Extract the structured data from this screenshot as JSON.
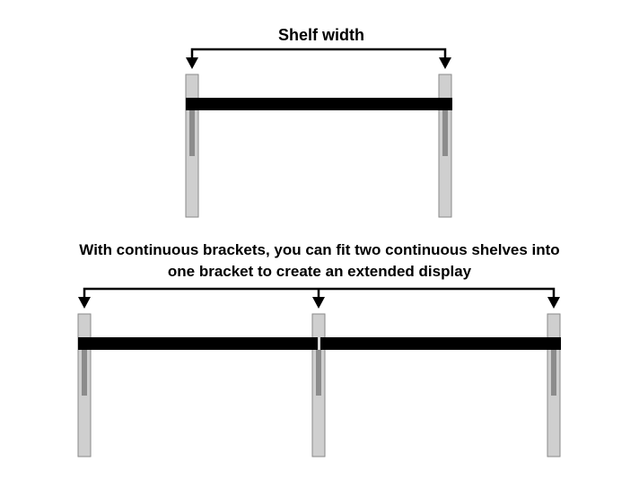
{
  "diagram": {
    "top_caption": "Shelf width",
    "bottom_caption_line1": "With continuous brackets, you can fit two continuous shelves into",
    "bottom_caption_line2": "one bracket to create an extended display"
  },
  "colors": {
    "shelf": "#000000",
    "upright_fill": "#cfcfcf",
    "upright_stroke": "#8a8a8a",
    "upright_slot": "#8c8c8c",
    "arrow": "#000000",
    "joint_gap": "#d8d8d8",
    "background": "#ffffff"
  }
}
